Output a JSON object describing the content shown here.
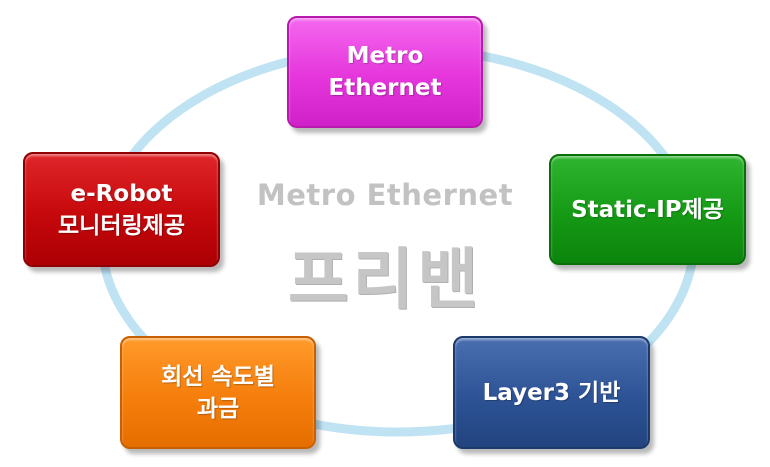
{
  "diagram": {
    "center": {
      "subtitle": "Metro Ethernet",
      "title": "프리밴"
    },
    "nodes": {
      "top": {
        "lines": [
          "Metro",
          "Ethernet"
        ],
        "color": "#e535dc"
      },
      "right": {
        "lines": [
          "Static-IP제공"
        ],
        "color": "#159a15"
      },
      "bottom_right": {
        "lines": [
          "Layer3 기반"
        ],
        "color": "#2d5396"
      },
      "bottom_left": {
        "lines": [
          "회선 속도별",
          "과금"
        ],
        "color": "#f57e0c"
      },
      "left": {
        "lines": [
          "e-Robot",
          "모니터링제공"
        ],
        "color": "#c5080c"
      }
    },
    "ring_color": "#bfe3f3"
  }
}
